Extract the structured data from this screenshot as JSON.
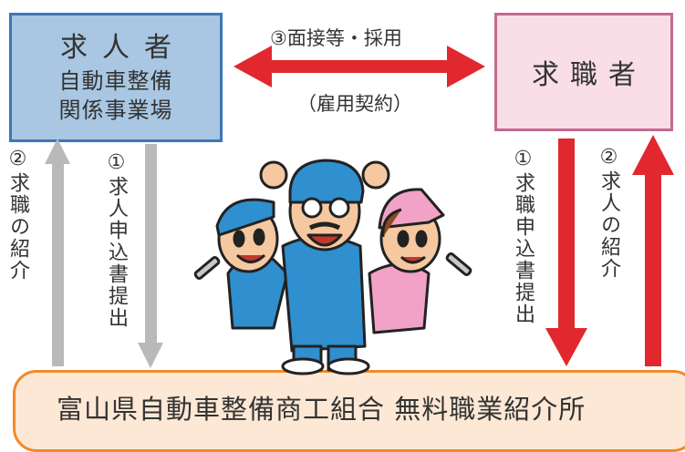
{
  "employer": {
    "title": "求人者",
    "line2": "自動車整備",
    "line3": "関係事業場"
  },
  "seeker": {
    "title": "求職者"
  },
  "mid": {
    "top": "③面接等・採用",
    "bottom": "（雇用契約）"
  },
  "left_flows": {
    "outer": "②求職の紹介",
    "inner": "①求人申込書提出"
  },
  "right_flows": {
    "inner": "①求職申込書提出",
    "outer": "②求人の紹介"
  },
  "agency": "富山県自動車整備商工組合 無料職業紹介所",
  "colors": {
    "red_arrow": "#e0282e",
    "gray_arrow": "#b9b9b9",
    "employer_bg": "#a9c7e2",
    "seeker_bg": "#f9dee7",
    "agency_bg": "#fde8d6"
  }
}
